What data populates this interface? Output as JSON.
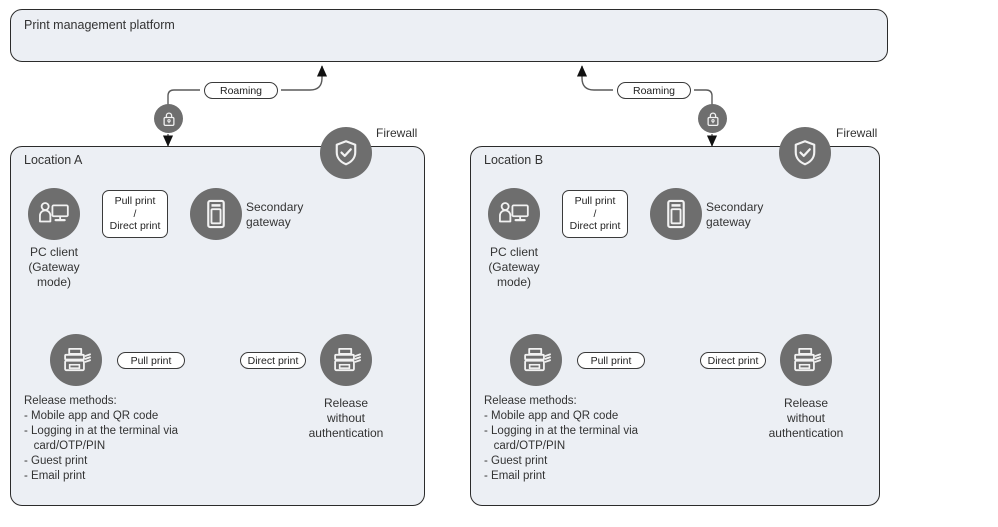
{
  "platform": {
    "title": "Print management platform"
  },
  "firewall": {
    "label": "Firewall",
    "icon": "shield-check-icon"
  },
  "lock": {
    "icon": "lock-icon"
  },
  "connectors": {
    "roaming": "Roaming",
    "pull_direct": [
      "Pull print",
      "/",
      "Direct print"
    ],
    "pull_print": "Pull print",
    "direct_print": "Direct print"
  },
  "colors": {
    "panel_fill": "#eceff4",
    "panel_stroke": "#2b2b2b",
    "icon_circle": "#6e6e6e",
    "line": "#5a5a5a",
    "text": "#333333"
  },
  "locations": [
    {
      "title": "Location A",
      "client": {
        "label": "PC client\n(Gateway\nmode)",
        "icon": "pc-user-icon"
      },
      "gateway": {
        "label": "Secondary\ngateway",
        "icon": "server-tower-icon"
      },
      "pull_printer": {
        "icon": "printer-icon",
        "label": "Release methods:\n- Mobile app and QR code\n- Logging in at the terminal via\n   card/OTP/PIN\n- Guest print\n- Email print"
      },
      "direct_printer": {
        "icon": "printer-icon",
        "label": "Release\nwithout\nauthentication"
      }
    },
    {
      "title": "Location B",
      "client": {
        "label": "PC client\n(Gateway\nmode)",
        "icon": "pc-user-icon"
      },
      "gateway": {
        "label": "Secondary\ngateway",
        "icon": "server-tower-icon"
      },
      "pull_printer": {
        "icon": "printer-icon",
        "label": "Release methods:\n- Mobile app and QR code\n- Logging in at the terminal via\n   card/OTP/PIN\n- Guest print\n- Email print"
      },
      "direct_printer": {
        "icon": "printer-icon",
        "label": "Release\nwithout\nauthentication"
      }
    }
  ]
}
